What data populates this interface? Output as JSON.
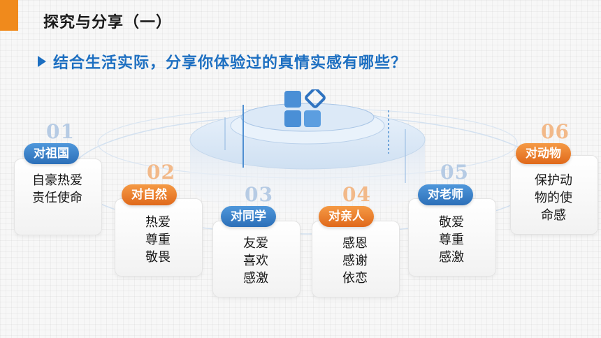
{
  "header": {
    "title": "探究与分享（一）",
    "subtitle": "结合生活实际，分享你体验过的真情实感有哪些？"
  },
  "colors": {
    "accent": "#f08a1c",
    "primary_blue": "#1d6fc1",
    "pill_blue": "#2c6fb8",
    "pill_orange": "#e0691b"
  },
  "items": [
    {
      "num": "01",
      "label": "对祖国",
      "lines": [
        "自豪热爱",
        "责任使命"
      ],
      "color": "blue"
    },
    {
      "num": "02",
      "label": "对自然",
      "lines": [
        "热爱",
        "尊重",
        "敬畏"
      ],
      "color": "orange"
    },
    {
      "num": "03",
      "label": "对同学",
      "lines": [
        "友爱",
        "喜欢",
        "感激"
      ],
      "color": "blue"
    },
    {
      "num": "04",
      "label": "对亲人",
      "lines": [
        "感恩",
        "感谢",
        "依恋"
      ],
      "color": "orange"
    },
    {
      "num": "05",
      "label": "对老师",
      "lines": [
        "敬爱",
        "尊重",
        "感激"
      ],
      "color": "blue"
    },
    {
      "num": "06",
      "label": "对动物",
      "lines": [
        "保护动",
        "物的使",
        "命感"
      ],
      "color": "orange"
    }
  ]
}
